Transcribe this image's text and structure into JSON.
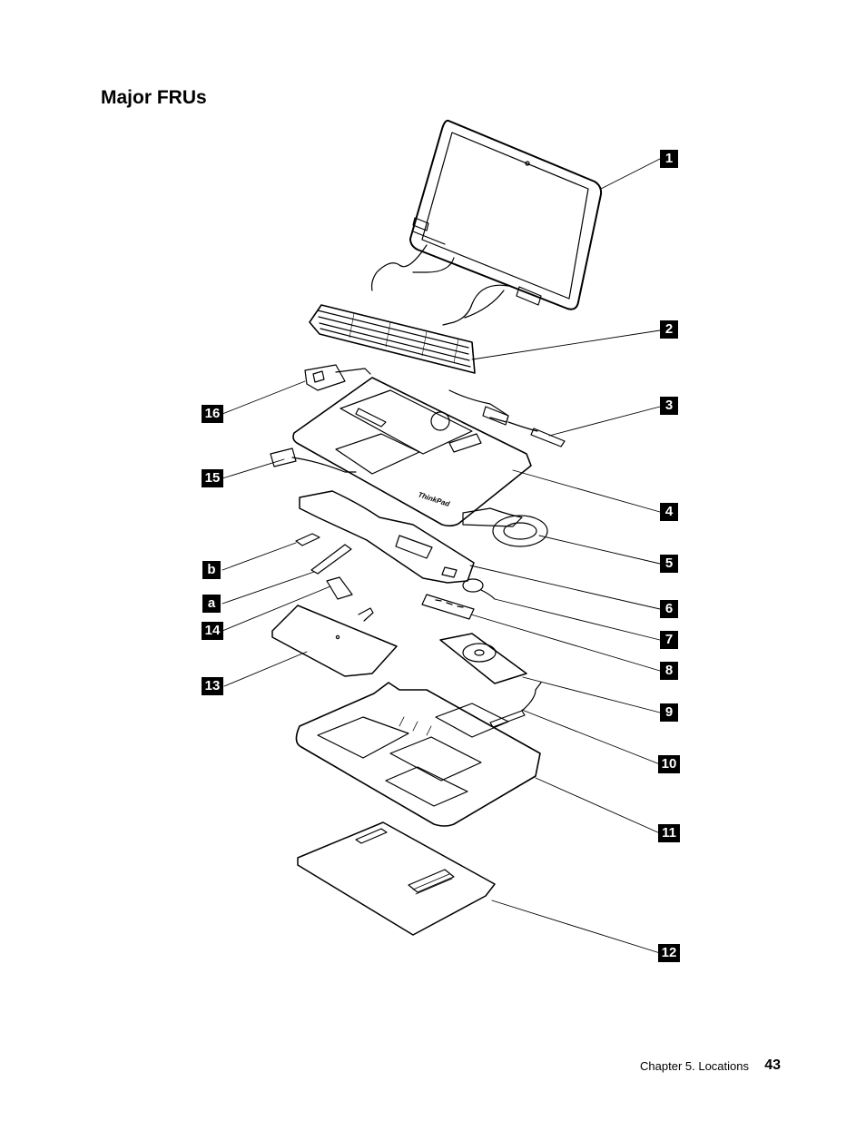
{
  "page": {
    "title": "Major FRUs",
    "footer_chapter": "Chapter 5. Locations",
    "page_number": "43"
  },
  "callouts": [
    "1",
    "2",
    "3",
    "4",
    "5",
    "6",
    "7",
    "8",
    "9",
    "10",
    "11",
    "12",
    "13",
    "14",
    "15",
    "16",
    "a",
    "b"
  ],
  "logo_text": "ThinkPad"
}
